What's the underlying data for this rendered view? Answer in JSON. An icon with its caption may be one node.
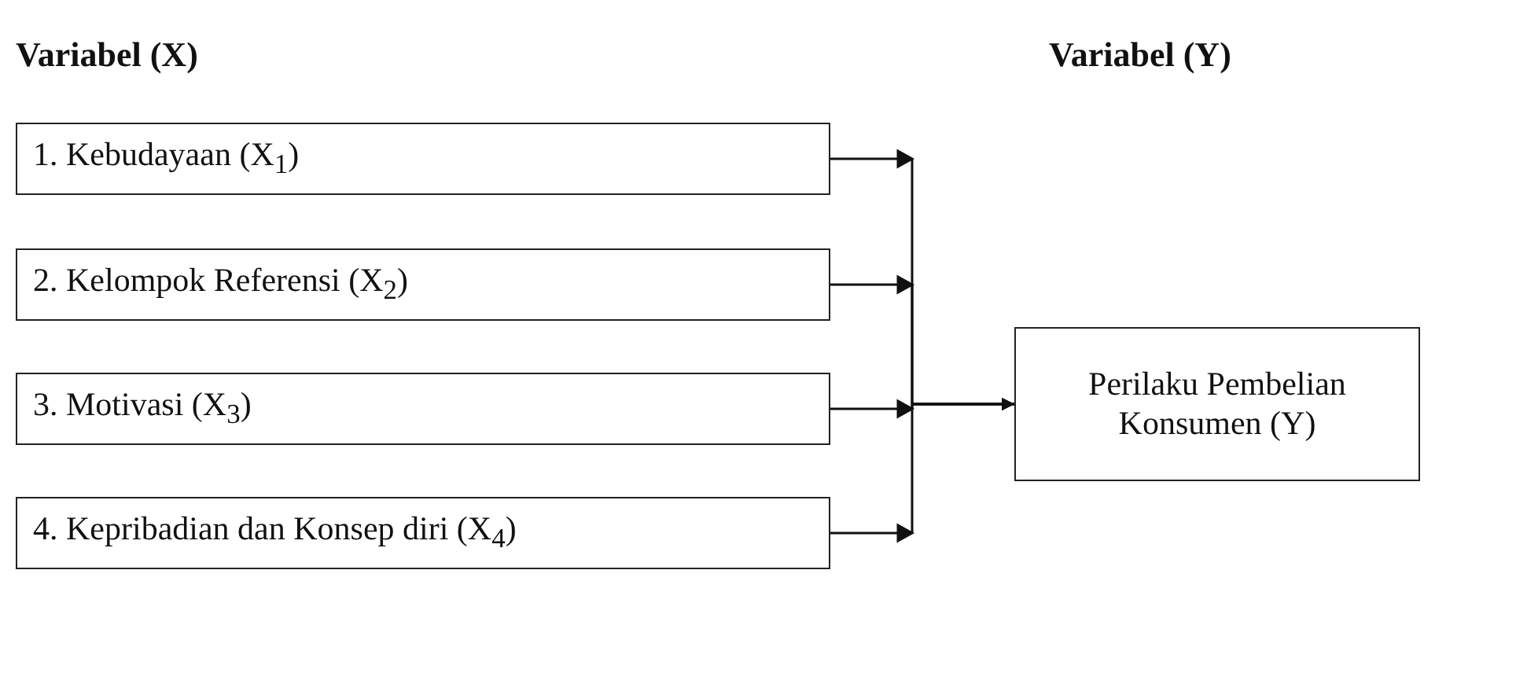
{
  "diagram": {
    "nodes": [
      {
        "text": [
          "1.  Kebudayaan (X$_{1}$)"
        ]
      },
      {
        "text": [
          "2.  Kelompok Referensi (X$_{2}$)"
        ]
      },
      {
        "text": [
          "3. Motivasi (X$_{3}$)"
        ]
      },
      {
        "text": [
          "4. Kepribadian dan Konsep diri (X$_{4}$)"
        ]
      },
      {
        "text": [
          "Perilaku Pembelian Konsumen (Y)"
        ]
      }
    ],
    "edges": [
      {
        "from": 0,
        "to": 4,
        "arrow": "to"
      },
      {
        "from": 1,
        "to": 4,
        "arrow": "to"
      },
      {
        "from": 2,
        "to": 4,
        "arrow": "to"
      },
      {
        "from": 3,
        "to": 4,
        "arrow": "to"
      }
    ],
    "labels": [
      "Variabel (X)",
      "Variabel (Y)"
    ]
  }
}
